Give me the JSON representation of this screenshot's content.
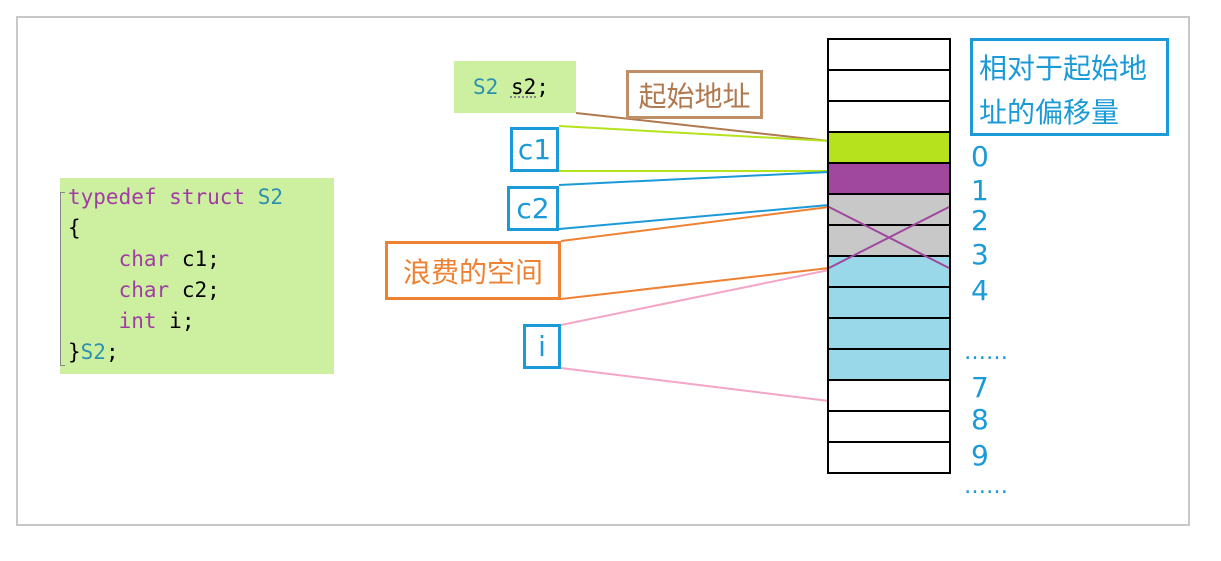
{
  "code": {
    "line1_kw": "typedef",
    "line1_kw2": "struct",
    "line1_name": "S2",
    "line2": "{",
    "line3_type": "char",
    "line3_var": "c1;",
    "line4_type": "char",
    "line4_var": "c2;",
    "line5_type": "int",
    "line5_var": "i;",
    "line6_close": "}",
    "line6_name": "S2",
    "line6_end": ";"
  },
  "declaration": {
    "type": "S2",
    "var": "s2",
    "end": ";"
  },
  "labels": {
    "start_address": "起始地址",
    "c1": "c1",
    "c2": "c2",
    "waste": "浪费的空间",
    "i": "i",
    "offset": "相对于起始地址的偏移量"
  },
  "memory": {
    "cells": [
      {
        "fill": "#ffffff"
      },
      {
        "fill": "#ffffff"
      },
      {
        "fill": "#ffffff"
      },
      {
        "fill": "#b5e21c"
      },
      {
        "fill": "#a0479e"
      },
      {
        "fill": "#c8c8c8"
      },
      {
        "fill": "#c8c8c8"
      },
      {
        "fill": "#98d8e8"
      },
      {
        "fill": "#98d8e8"
      },
      {
        "fill": "#98d8e8"
      },
      {
        "fill": "#98d8e8"
      },
      {
        "fill": "#ffffff"
      },
      {
        "fill": "#ffffff"
      },
      {
        "fill": "#ffffff"
      }
    ],
    "offsets": [
      "0",
      "1",
      "2",
      "3",
      "4",
      "……",
      "7",
      "8",
      "9",
      "……"
    ]
  },
  "colors": {
    "c1": "#b5e21c",
    "c2": "#a0479e",
    "padding": "#c8c8c8",
    "i": "#98d8e8",
    "accent_blue": "#1b9ad8",
    "orange": "#ee8132",
    "brown": "#b0794f",
    "pink": "#f0a0c0"
  }
}
